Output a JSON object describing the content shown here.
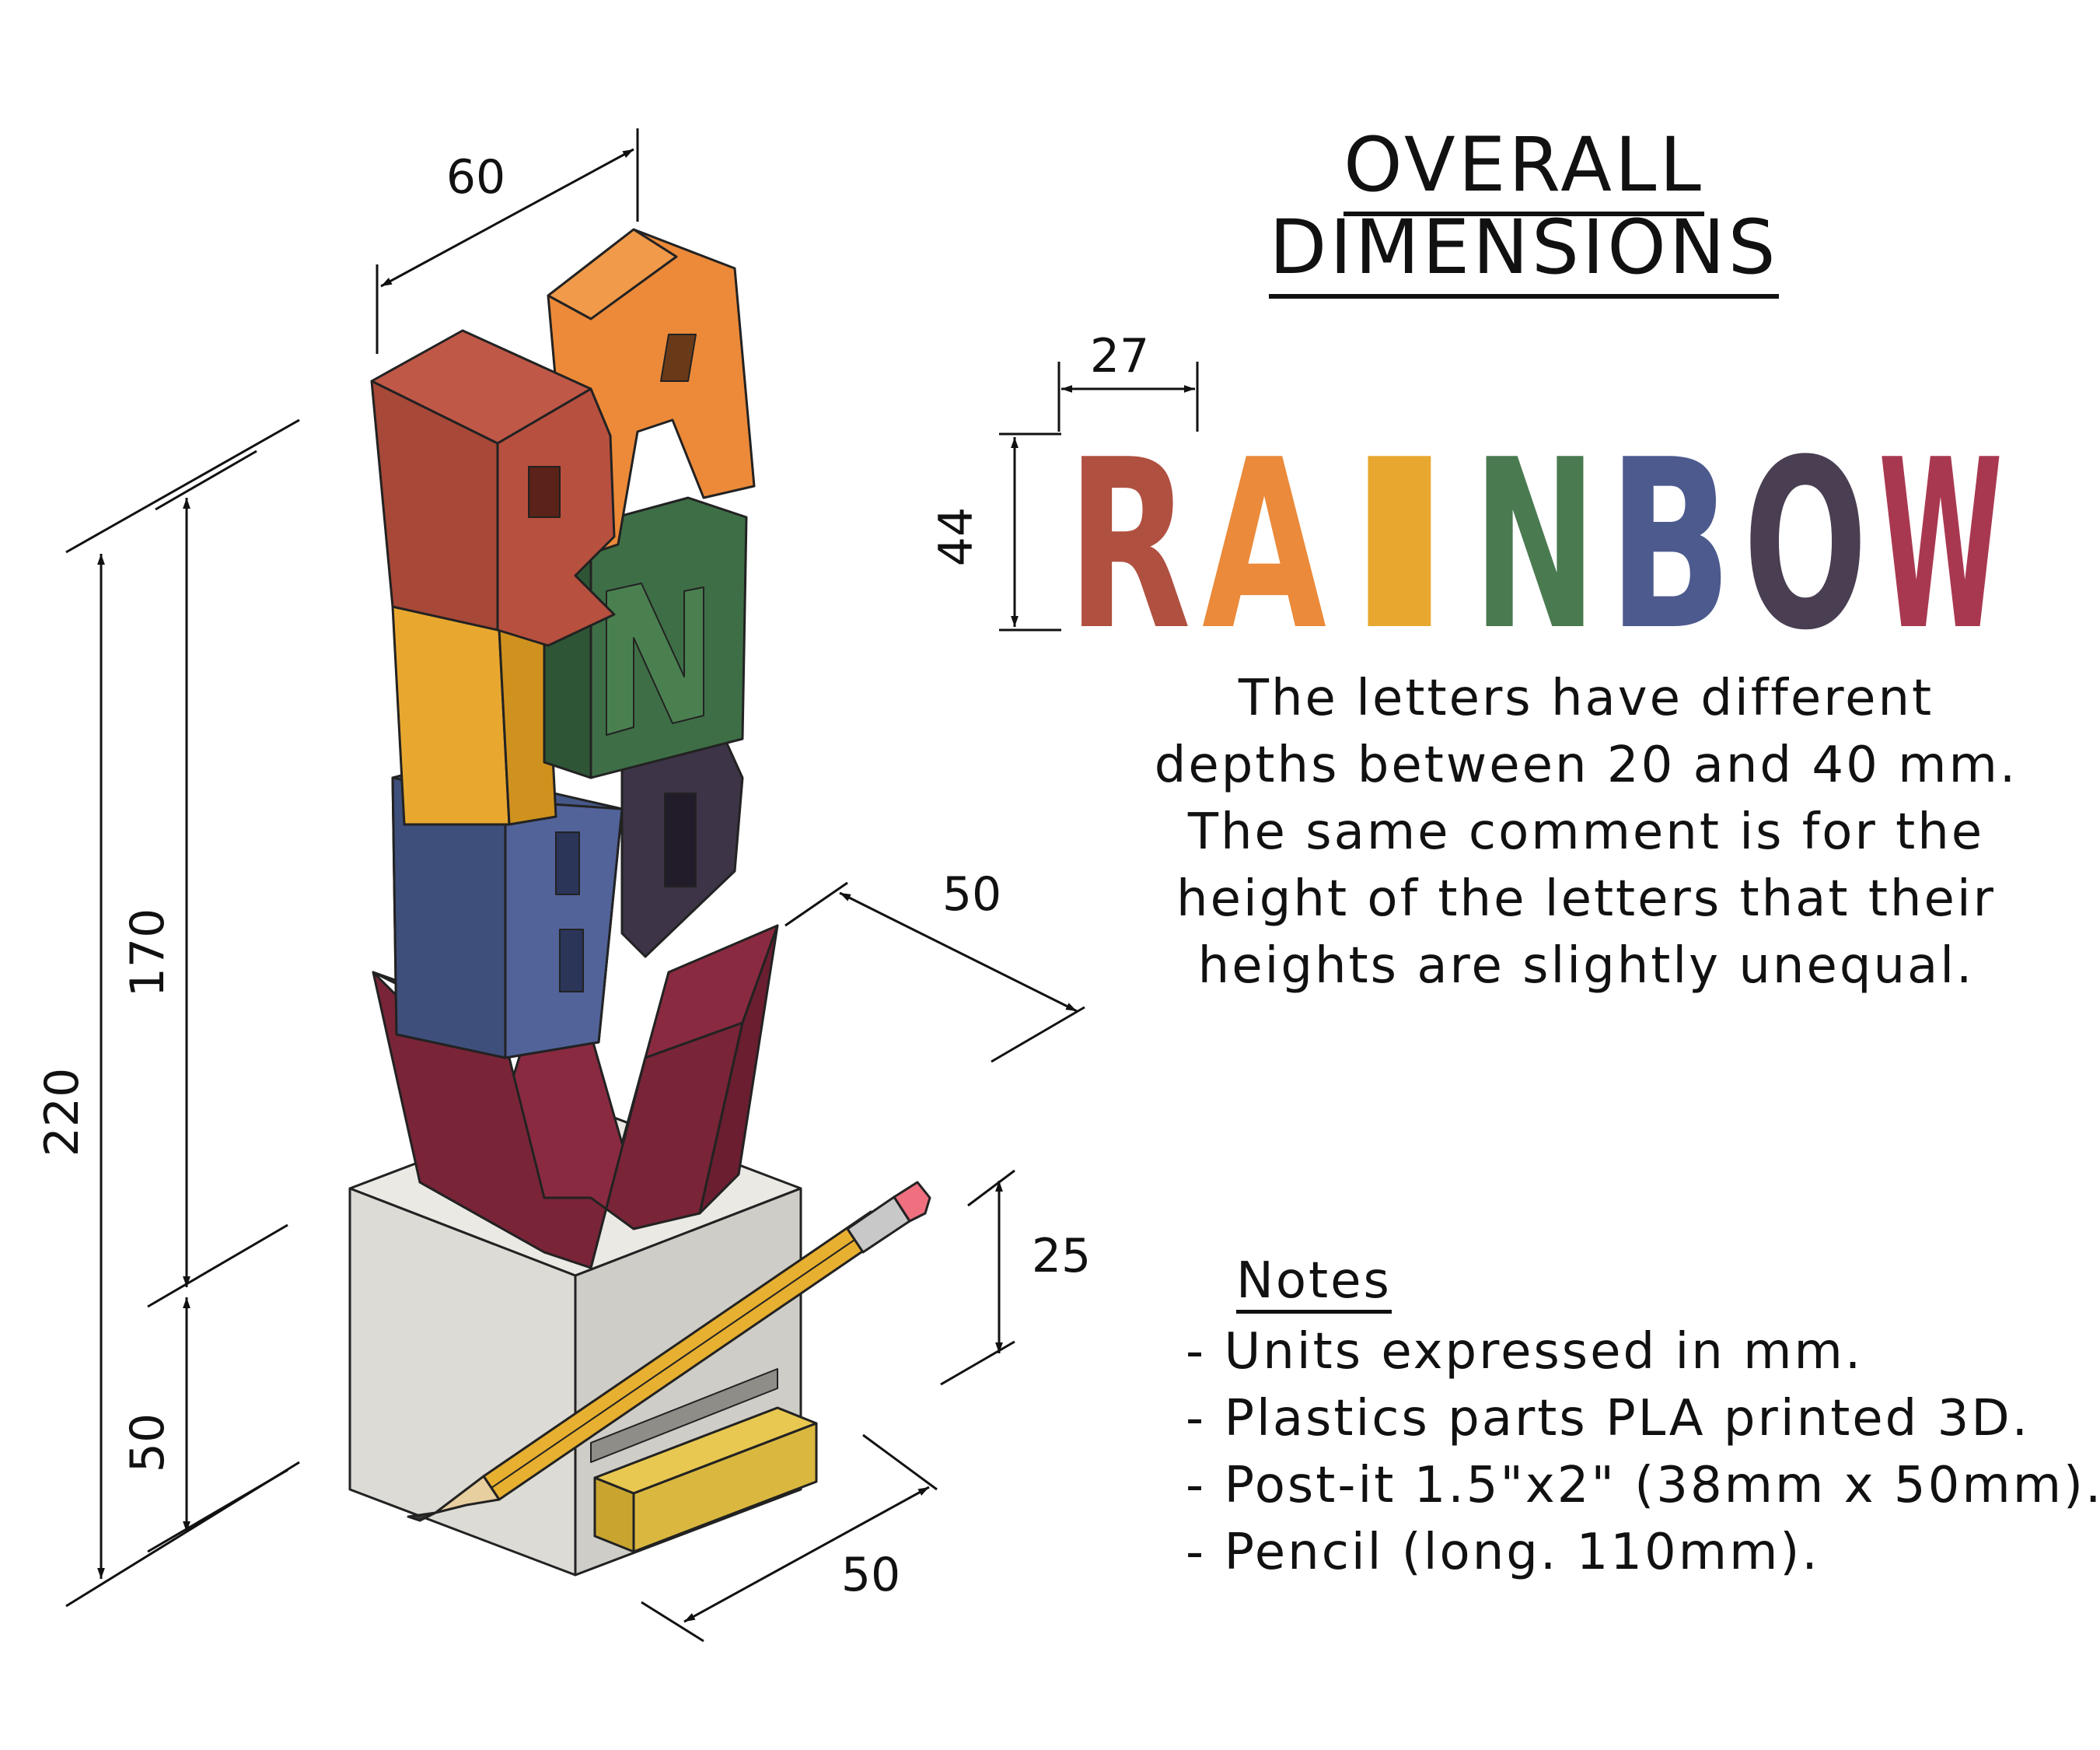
{
  "title": "OVERALL DIMENSIONS",
  "logo_word": "RAINBOW",
  "logo_letters": [
    {
      "char": "R",
      "color": "#b05040"
    },
    {
      "char": "A",
      "color": "#ea8a3a"
    },
    {
      "char": "I",
      "color": "#e8a830"
    },
    {
      "char": "N",
      "color": "#4a7a50"
    },
    {
      "char": "B",
      "color": "#4c5a8e"
    },
    {
      "char": "O",
      "color": "#4a3e52"
    },
    {
      "char": "W",
      "color": "#a83850"
    }
  ],
  "colors": {
    "base_block": "#dddbd5",
    "pencil_body": "#e8b030",
    "postit": "#dab840",
    "line": "#111111"
  },
  "dimensions": {
    "top_width": "60",
    "letter_width": "27",
    "letter_height": "44",
    "total_height": "220",
    "letters_height": "170",
    "base_height": "50",
    "depth": "50",
    "slot_height": "25",
    "base_width": "50"
  },
  "description": [
    "The letters have different",
    "depths between 20 and 40 mm.",
    "The same comment is for the",
    "height of the letters that their",
    "heights are slightly unequal."
  ],
  "notes_title": "Notes",
  "notes": [
    "- Units expressed in mm.",
    "- Plastics parts PLA printed 3D.",
    "- Post-it 1.5\"x2\" (38mm x 50mm).",
    "- Pencil (long. 110mm)."
  ]
}
